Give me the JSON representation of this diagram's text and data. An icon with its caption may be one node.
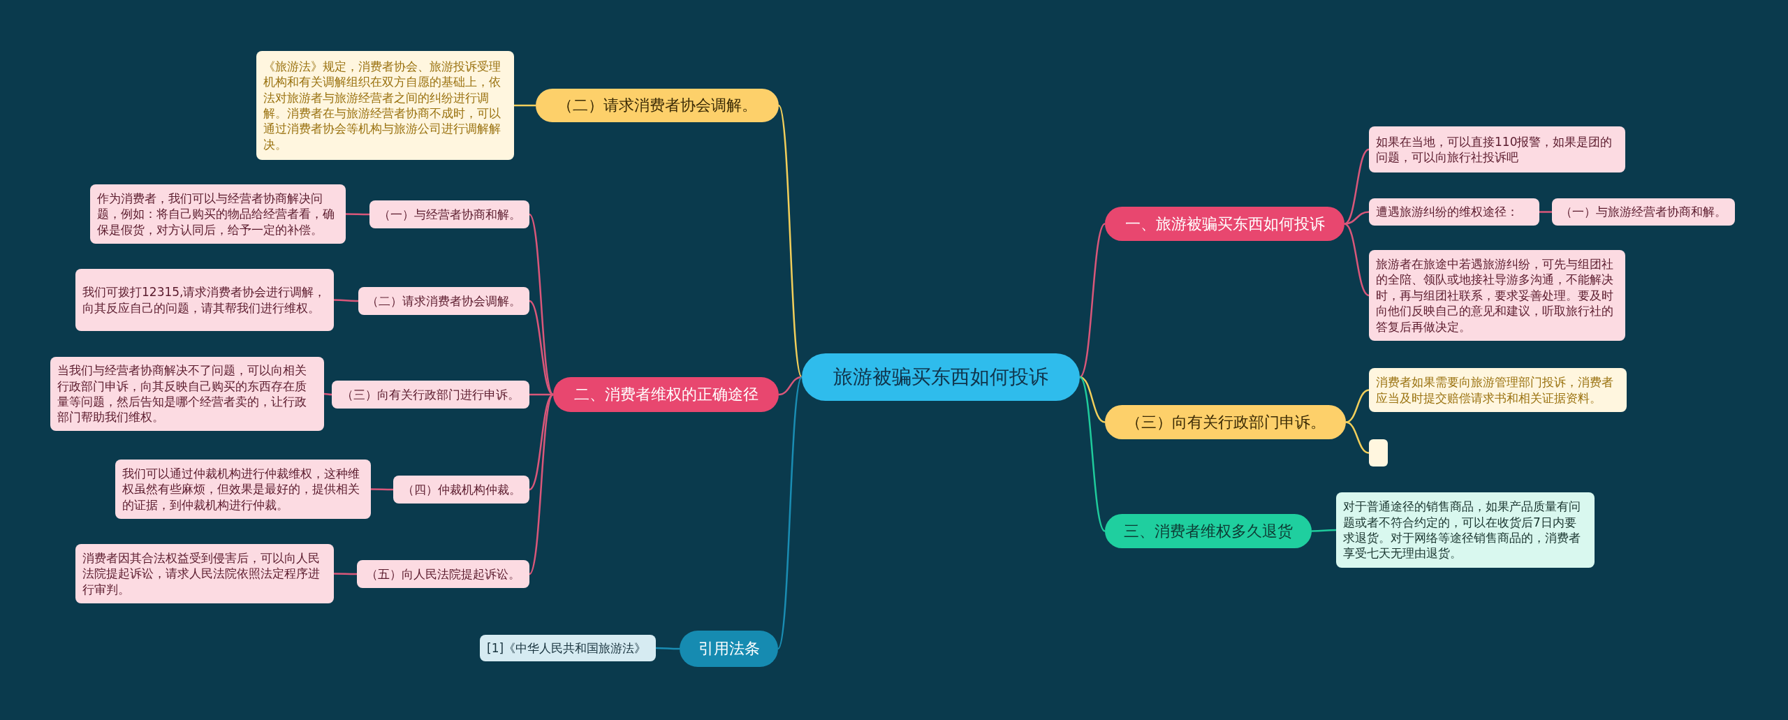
{
  "diagram": {
    "nodes": [
      {
        "text": [
          "旅游被骗买东西如何投诉"
        ]
      },
      {
        "text": [
          "（二）请求消费者协会调解。"
        ]
      },
      {
        "text": [
          "《旅游法》规定，消费者协会、旅游投诉受理机构和有关调解组织在双方自愿的基础上，依法对旅游者与旅游经营者之间的纠纷进行调解。消费者在与旅游经营者协商不成时，可以通过消费者协会等机构与旅游公司进行调解解决。"
        ]
      },
      {
        "text": [
          "二、消费者维权的正确途径"
        ]
      },
      {
        "text": [
          "（一）与经营者协商和解。"
        ]
      },
      {
        "text": [
          "作为消费者，我们可以与经营者协商解决问题，例如：将自己购买的物品给经营者看，确保是假货，对方认同后，给予一定的补偿。"
        ]
      },
      {
        "text": [
          "（二）请求消费者协会调解。"
        ]
      },
      {
        "text": [
          "我们可拨打12315,请求消费者协会进行调解，向其反应自己的问题，请其帮我们进行维权。"
        ]
      },
      {
        "text": [
          "（三）向有关行政部门进行申诉。"
        ]
      },
      {
        "text": [
          "当我们与经营者协商解决不了问题，可以向相关行政部门申诉，向其反映自己购买的东西存在质量等问题，然后告知是哪个经营者卖的，让行政部门帮助我们维权。"
        ]
      },
      {
        "text": [
          "（四）仲裁机构仲裁。"
        ]
      },
      {
        "text": [
          "我们可以通过仲裁机构进行仲裁维权，这种维权虽然有些麻烦，但效果是最好的，提供相关的证据，到仲裁机构进行仲裁。"
        ]
      },
      {
        "text": [
          "（五）向人民法院提起诉讼。"
        ]
      },
      {
        "text": [
          "消费者因其合法权益受到侵害后，可以向人民法院提起诉讼，请求人民法院依照法定程序进行审判。"
        ]
      },
      {
        "text": [
          "引用法条"
        ]
      },
      {
        "text": [
          "[1]《中华人民共和国旅游法》"
        ]
      },
      {
        "text": [
          "一、旅游被骗买东西如何投诉"
        ]
      },
      {
        "text": [
          "如果在当地，可以直接110报警，如果是团的问题，可以向旅行社投诉吧"
        ]
      },
      {
        "text": [
          "遭遇旅游纠纷的维权途径："
        ]
      },
      {
        "text": [
          "（一）与旅游经营者协商和解。"
        ]
      },
      {
        "text": [
          "旅游者在旅途中若遇旅游纠纷，可先与组团社的全陪、领队或地接社导游多沟通，不能解决时，再与组团社联系，要求妥善处理。要及时向他们反映自己的意见和建议，听取旅行社的答复后再做决定。"
        ]
      },
      {
        "text": [
          "（三）向有关行政部门申诉。"
        ]
      },
      {
        "text": [
          "消费者如果需要向旅游管理部门投诉，消费者应当及时提交赔偿请求书和相关证据资料。"
        ]
      },
      {
        "text": [],
        "shape": "box"
      },
      {
        "text": [
          "三、消费者维权多久退货"
        ]
      },
      {
        "text": [
          "对于普通途径的销售商品，如果产品质量有问题或者不符合约定的，可以在收货后7日内要求退货。对于网络等途径销售商品的，消费者享受七天无理由退货。"
        ]
      }
    ],
    "edges": [
      {
        "from": 0,
        "to": 1,
        "arrow": "none",
        "color": "#f2cf5b"
      },
      {
        "from": 1,
        "to": 2,
        "arrow": "none",
        "color": "#f2cf5b"
      },
      {
        "from": 0,
        "to": 3,
        "arrow": "none"
      },
      {
        "from": 3,
        "to": 4,
        "arrow": "none"
      },
      {
        "from": 4,
        "to": 5,
        "arrow": "none"
      },
      {
        "from": 3,
        "to": 6,
        "arrow": "none"
      },
      {
        "from": 6,
        "to": 7,
        "arrow": "none"
      },
      {
        "from": 3,
        "to": 8,
        "arrow": "none"
      },
      {
        "from": 8,
        "to": 9,
        "arrow": "none"
      },
      {
        "from": 3,
        "to": 10,
        "arrow": "none"
      },
      {
        "from": 10,
        "to": 11,
        "arrow": "none"
      },
      {
        "from": 3,
        "to": 12,
        "arrow": "none"
      },
      {
        "from": 12,
        "to": 13,
        "arrow": "none"
      },
      {
        "from": 0,
        "to": 14,
        "arrow": "none",
        "color": "#1a8db3"
      },
      {
        "from": 14,
        "to": 15,
        "arrow": "none",
        "color": "#1a8db3"
      },
      {
        "from": 0,
        "to": 16,
        "arrow": "none"
      },
      {
        "from": 16,
        "to": 17,
        "arrow": "none"
      },
      {
        "from": 16,
        "to": 18,
        "arrow": "none"
      },
      {
        "from": 18,
        "to": 19,
        "arrow": "none"
      },
      {
        "from": 16,
        "to": 20,
        "arrow": "none"
      },
      {
        "from": 0,
        "to": 21,
        "arrow": "none",
        "color": "#f2cf5b"
      },
      {
        "from": 21,
        "to": 22,
        "arrow": "none",
        "color": "#f2cf5b"
      },
      {
        "from": 21,
        "to": 23,
        "arrow": "none",
        "color": "#f2cf5b"
      },
      {
        "from": 0,
        "to": 24,
        "arrow": "none",
        "color": "#1fcb9c"
      },
      {
        "from": 24,
        "to": 25,
        "arrow": "none",
        "color": "#1fcb9c"
      }
    ]
  }
}
